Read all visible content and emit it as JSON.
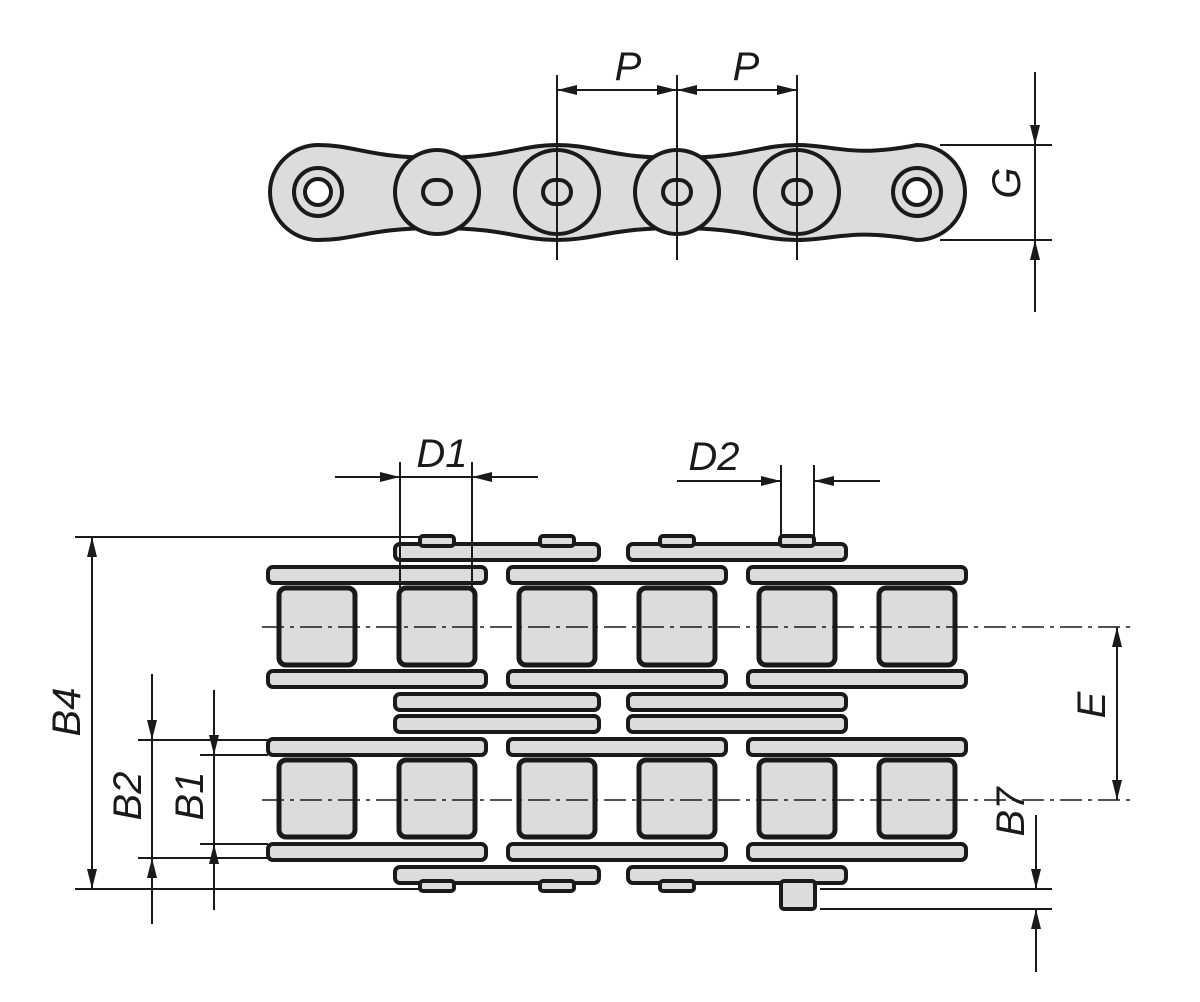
{
  "figure": {
    "labels": {
      "pitch_1": "P",
      "pitch_2": "P",
      "plate_height": "G",
      "roller_diameter": "D1",
      "pin_diameter": "D2",
      "total_width": "B4",
      "inner_width_outer": "B2",
      "inner_width": "B1",
      "strand_spacing": "E",
      "pin_extension": "B7"
    }
  },
  "colors": {
    "line": "#1a1a1a",
    "part_fill": "#dcdcdc",
    "background": "#ffffff"
  }
}
